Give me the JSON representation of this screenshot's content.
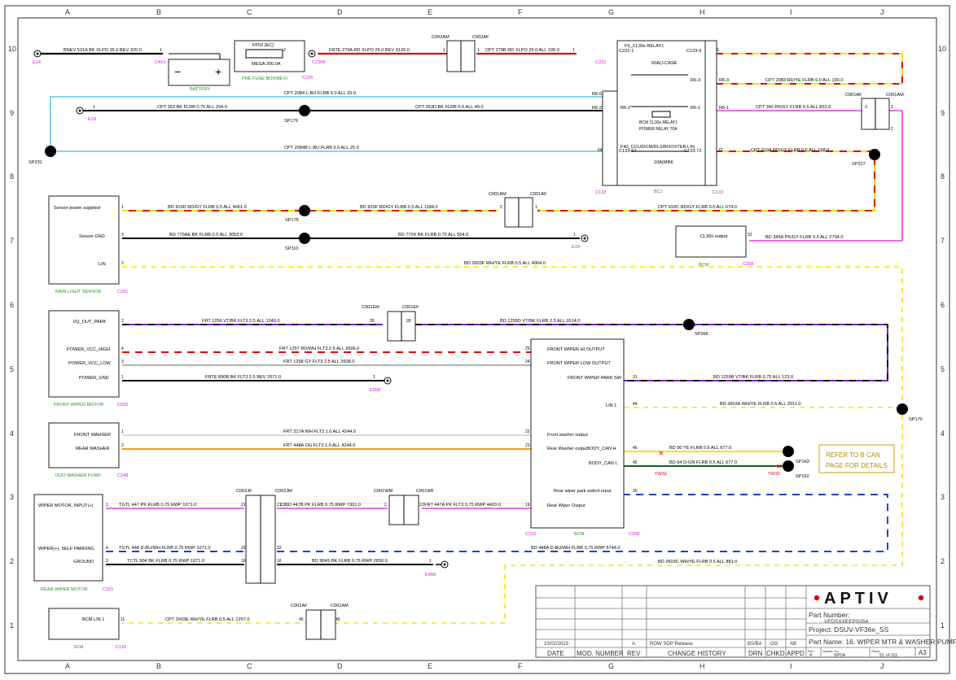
{
  "grid": {
    "cols": [
      "A",
      "B",
      "C",
      "D",
      "E",
      "F",
      "G",
      "H",
      "I",
      "J"
    ],
    "rows": [
      "10",
      "9",
      "8",
      "7",
      "6",
      "5",
      "4",
      "3",
      "2",
      "1"
    ]
  },
  "components": {
    "battery": "BATTERY",
    "fusebox": "PRE FUSE BOX(BEV)",
    "fp02": "FP02 [EC]",
    "fp02_rating": "MEGA 200.0A",
    "relay_title": "F9_CL30s RELAY1",
    "relay_fuse": "60A(J.CASE",
    "relay_bcm": "BCM CL30s RELAY1",
    "relay_power": "POWER RELAY 70A",
    "f40_title": "F40_CCU/DCM/RLS/BOOSTER LIN",
    "f40_rating": "10A(MINI",
    "bcj": "BCJ",
    "rain_light_sensor": "RAIN LIGHT SENSOR",
    "sensor_power": "Sensor power supplied",
    "sensor_gnd": "Sensor GND",
    "lin": "LIN",
    "front_wiper_motor": "FRONT WIPER MOTOR",
    "iq_out_park": "I/Q_OUT_PARK",
    "power_vcc_high": "POWER_VCC_HIGH",
    "power_vcc_low": "POWER_VCC_LOW",
    "power_gnd": "POWER_GND",
    "duo_washer_pump": "DUO WASHER PUMP",
    "front_washer": "FRONT WAHSER",
    "rear_washer": "REAR WASHER",
    "rear_wiper_motor": "REAR WIPER MOTOR",
    "wiper_input": "WIPER MOTOR, INPUT(+)",
    "wiper_self_parking": "WIPER(+), SELF PARKING",
    "ground": "GROUND",
    "bcm_lin": "BCM LIN 1",
    "scm": "SCM",
    "bcm_out_label": "CL30s output",
    "bcm": "BCM",
    "bcm_front_hi": "FRONT WIPER HI OUTPUT",
    "bcm_front_low": "FRONT WIPER LOW OUTPUT",
    "bcm_front_park": "FRONT WIPER PARK SW",
    "bcm_lin1": "LIN 1",
    "bcm_front_washer": "Front washer output",
    "bcm_rear_washer": "Rear Washer outpuBODY_CAN H",
    "bcm_body_can_l": "BODY_CAN L",
    "bcm_rear_park": "Rear wiper park switch input",
    "bcm_rear_out": "Rear Wiper Output",
    "can_note_1": "REFER TO B CAN",
    "can_note_2": "PAGE  FOR DETAILS"
  },
  "connectors": {
    "e14": "E14",
    "c410": "C410",
    "c226": "C226",
    "c2268": "C2268",
    "c222": "C222",
    "c133a": "C133",
    "c133b": "C133",
    "c002am": "C002AM",
    "c002af": "C002AF",
    "e18": "E18",
    "sp179": "SP179",
    "sp231": "SP231",
    "sp227": "SP227",
    "c001af": "C001AF",
    "c001am": "C001AM",
    "c001am2": "C001AM",
    "c001af2": "C001AF",
    "sp175": "SP175",
    "sp110": "SP110",
    "e29": "E29",
    "c201": "C201",
    "c208": "C208",
    "bcm_ref": "BCM",
    "c001em": "C001EM",
    "c001ef": "C001EF",
    "sp356": "SP356",
    "c030": "C030",
    "e058": "E058",
    "sp170": "SP170",
    "c248": "C248",
    "sp163": "SP163",
    "sp162": "SP162",
    "tw32a": "TW32",
    "tw32b": "TW32",
    "c002jf": "C002JF",
    "c002jm": "C002JM",
    "c001wm": "C001WM",
    "c001wf": "C001WF",
    "c210": "C210",
    "c208b": "C208",
    "bcm2": "BCM",
    "c291": "C291",
    "e458": "E458",
    "c001af3": "C001AF",
    "c001am3": "C001AM",
    "c110": "C110",
    "p_c222_1": "C222-1",
    "p_c133_9": "C133-9",
    "p_r6_5": "R6-5",
    "p_r6_3": "R6-3",
    "p_r6_2": "R6-2",
    "p_r6_1": "R6-1",
    "p_r6_3b": "R6-3",
    "p_r6_2b": "R6-2",
    "p_r6_1b": "R6-1",
    "p_c133_64": "C133-64",
    "p_c133_72": "C133-72"
  },
  "wires": {
    "w_bnev": "BNEV  531A  BK  XLPO  35.0  BEV   320.0",
    "w_frte279": "FRTE  279A  RD  XLPO  25.0  BEV   3126.0",
    "w_cpt279b": "CPT  279B  RD  XLPO  25.0  ALL   190.0",
    "w_cpt2083": "CPT  2083  RD/YE  FLRB  6.0  ALL   100.0",
    "w_cpt2084": "CPT  2084  L-BU  FLRB  6.0  ALL   25.0",
    "w_cpt353": "CPT  353  BK  FLRB  0.75  ALL   294.0",
    "w_cpt353d": "CPT  353D  BK  FLRB  0.5  ALL   40.0",
    "w_cpt345": "CPT  345  PK/GY  FLRB  0.5  ALL   832.0",
    "w_cpt2084b": "CPT  2084B  L-BU  FLRB  6.0  ALL   25.0",
    "w_cpt910a": "CPT  910A  RD/GY  FLRB  0.5  ALL   168.0",
    "w_bd910d": "BD  910D  RD/GY  FLRB  0.5  ALL   4661.0",
    "w_bd910f": "BD  910F  RD/GY  FLRB  0.5  ALL   1184.0",
    "w_cpt910c": "CPT  910C  RD/GY  FLRB  0.5  ALL   674.0",
    "w_bd770ae": "BD  770AE  BK  FLRB  0.5  ALL   3053.0",
    "w_bd770x": "BD  770X  BK  FLRB  0.75  ALL   504.0",
    "w_bd345a": "BD  345A  PK/GY  FLRB  0.5  ALL   2794.0",
    "w_bd2603f": "BD  2603F  WH/YE  FLRB  0.5  ALL   4964.0",
    "w_frt1259": "FRT  1259  VT/BK  FLT3  2.5  ALL   1249.0",
    "w_bd1259d": "BD  1259D  VT/BK  FLRB  2.5  ALL   2614.0",
    "w_frt1257": "FRT  1257  RD/WH  FLT3  2.5  ALL   2606.0",
    "w_frt1258": "FRT  1258  GY  FLT3  2.5  ALL   2608.0",
    "w_frte890b": "FRTE  890B  BK  FLT3  2.5  BEV   2071.0",
    "w_bd1259b": "BD  1259B  VT/BK  FLRB  0.75  ALL   123.0",
    "w_bd2603a": "BD  2603A  WH/YE  FLRB  0.5  ALL   2011.0",
    "w_frt317a": "FRT  317A  WH  FLT3  1.0  ALL   4244.0",
    "w_frt448a": "FRT  448A  OG  FLT3  1.0  ALL   4244.0",
    "w_bd90": "BD  90  YE  FLRB  0.5  ALL   677.0",
    "w_bd94": "BD  94  D-GN  FLRB  0.5  ALL   677.0",
    "w_tgtl447": "TGTL  447  PK  FLRB  0.75  RWP   1071.0",
    "w_23bd447b": "23BD  447B  PK  FLRB  0.75  RWP   7301.0",
    "w_2frt447a": "2FRT  447A  PK  FLT3  0.75  RWP   4420.0",
    "w_tgtl448": "TGTL  448  D-BU/WH  FLRB  0.75  RWP   1071.0",
    "w_bd448a": "BD  448A  D-BU/WH  FLRB  0.75  RWP   6744.0",
    "w_tctl904": "TCTL  904  BK  FLRB  0.75  RWP   1071.0",
    "w_bd904s": "BD  904S  BK  FLRB  0.75  RWP   2650.0",
    "w_bd2603c": "BD  2603C  WH/YE  FLRB  0.5  ALL   881.0",
    "w_cpt2603e": "CPT  2603E  WH/YE  FLRB  0.5  ALL   1257.0"
  },
  "pins": {
    "p1a": "1",
    "p2a": "2",
    "p1b": "1",
    "p1c": "1",
    "p1d": "1",
    "p9": "9",
    "p1e": "1",
    "p3": "3",
    "p2b": "2",
    "p64": "64",
    "p72": "72",
    "p1f": "1",
    "p2c": "2",
    "p1g": "1",
    "p3b": "3",
    "p1h": "1",
    "p2d": "2",
    "p2e": "2",
    "p52": "52",
    "p2f": "2",
    "p28a": "28",
    "p28b": "28",
    "p4": "4",
    "p25": "25",
    "p3c": "3",
    "p24": "24",
    "p1i": "1",
    "p1j": "1",
    "p31": "31",
    "p44": "44",
    "p1k": "1",
    "p22a": "22",
    "p2g": "2",
    "p21a": "21",
    "p46": "46",
    "p45": "45",
    "p30": "30",
    "p1l": "1",
    "p21b": "21",
    "p21c": "21",
    "p2h": "2",
    "p2i": "2",
    "p19": "19",
    "p4b": "4",
    "p22b": "22",
    "p22c": "22",
    "p3d": "3",
    "p16a": "16",
    "p16b": "16",
    "p1m": "1",
    "p11": "11",
    "p45b": "45",
    "p45c": "45"
  },
  "title_block": {
    "company": "APTIV",
    "part_number_label": "Part Number:",
    "part_number": "VFDSXXEEPS054",
    "project": "Project: DSUV-VF36e_SS",
    "part_name": "Part Name:  16. WIPER MTR & WASHER PUMP",
    "rev_label": "Rev:",
    "rev_value": "A",
    "system_label": "System No:",
    "system_value": "WP0A",
    "sheet_label": "Sheet:",
    "sheet_value": "51  of 111",
    "size": "A3",
    "date": "10/02/2023",
    "rev": "A",
    "change": "ROW SOP Release",
    "drn": "BS/BA",
    "chkd": "GG",
    "appd": "AB",
    "h_date": "DATE",
    "h_mod": "MOD. NUMBER",
    "h_rev": "REV",
    "h_change": "CHANGE HISTORY",
    "h_drn": "DRN",
    "h_chkd": "CHKD",
    "h_appd": "APPD"
  },
  "colors": {
    "red": "#e00000",
    "yellow": "#f2e400",
    "blue_light": "#62c4e4",
    "magenta": "#e63be6",
    "violet": "#7a1fd6",
    "orange": "#f09a10",
    "blue": "#1f3ee0",
    "green_dark": "#145a2a"
  }
}
